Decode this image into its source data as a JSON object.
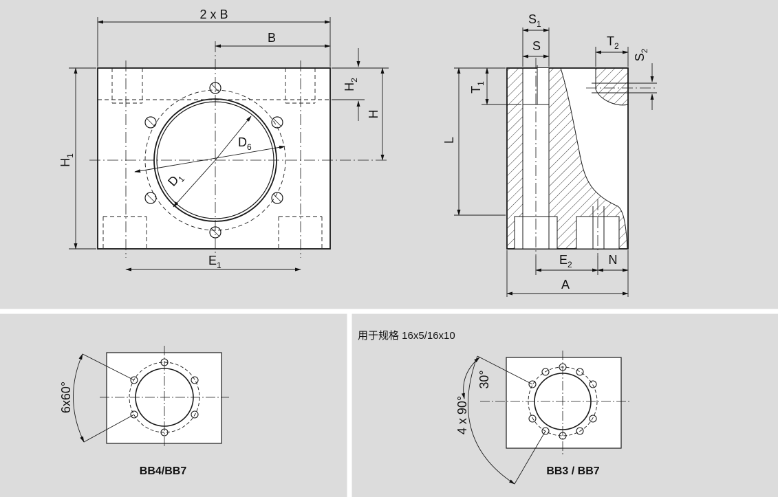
{
  "colors": {
    "background": "#dcdcdc",
    "part_fill": "#ffffff",
    "line": "#1a1a1a",
    "divider": "#ffffff"
  },
  "front_view": {
    "dim_2xB": "2 x B",
    "dim_B": "B",
    "dim_H1_base": "H",
    "dim_H1_sub": "1",
    "dim_H2_base": "H",
    "dim_H2_sub": "2",
    "dim_H": "H",
    "dim_D6_base": "D",
    "dim_D6_sub": "6",
    "dim_D1_base": "D",
    "dim_D1_sub": "1",
    "dim_E1_base": "E",
    "dim_E1_sub": "1"
  },
  "side_view": {
    "dim_S1_base": "S",
    "dim_S1_sub": "1",
    "dim_S": "S",
    "dim_T2_base": "T",
    "dim_T2_sub": "2",
    "dim_S2_base": "S",
    "dim_S2_sub": "2",
    "dim_T1_base": "T",
    "dim_T1_sub": "1",
    "dim_L": "L",
    "dim_E2_base": "E",
    "dim_E2_sub": "2",
    "dim_N": "N",
    "dim_A": "A"
  },
  "pattern_bb4": {
    "angle_label": "6x60°",
    "caption": "BB4/BB7"
  },
  "pattern_bb3": {
    "note": "用于规格 16x5/16x10",
    "angle_30": "30°",
    "angle_label": "4 x 90°",
    "caption": "BB3 / BB7"
  }
}
